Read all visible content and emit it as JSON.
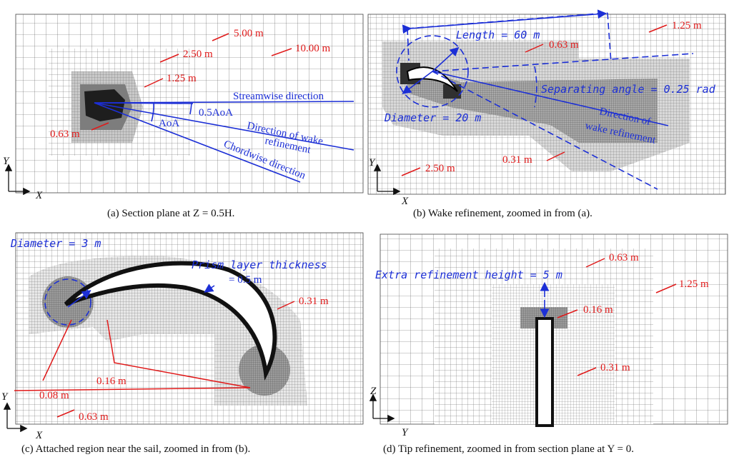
{
  "colors": {
    "red": "#e01a1a",
    "blue": "#1c2fd6",
    "grid": "#444444",
    "shade": "#9a9a9a",
    "dark": "#333333"
  },
  "panel_a": {
    "caption": "(a) Section plane at Z = 0.5H.",
    "labels": {
      "l500": "5.00 m",
      "l250": "2.50 m",
      "l1000": "10.00 m",
      "l125": "1.25 m",
      "l063": "0.63 m"
    },
    "lines": {
      "stream": "Streamwise direction",
      "half_aoa": "0.5AoA",
      "aoa": "AoA",
      "wake1": "Direction of wake",
      "wake2": "refinement",
      "chord": "Chordwise direction"
    },
    "axes": {
      "y": "Y",
      "x": "X"
    }
  },
  "panel_b": {
    "caption": "(b) Wake refinement, zoomed in from (a).",
    "labels": {
      "length": "Length = 60 m",
      "l125": "1.25 m",
      "l063": "0.63 m",
      "sep": "Separating angle = 0.25 rad",
      "diam": "Diameter = 20 m",
      "wake1": "Direction of",
      "wake2": "wake refinement",
      "l031": "0.31 m",
      "l250": "2.50 m"
    },
    "axes": {
      "y": "Y",
      "x": "X"
    }
  },
  "panel_c": {
    "caption": "(c) Attached region near the sail, zoomed in from (b).",
    "labels": {
      "diam": "Diameter = 3 m",
      "prism1": "Prism layer thickness",
      "prism2": "= 0.5 m",
      "l031": "0.31 m",
      "l016": "0.16 m",
      "l008": "0.08 m",
      "l063": "0.63 m"
    },
    "axes": {
      "y": "Y",
      "x": "X"
    }
  },
  "panel_d": {
    "caption": "(d) Tip refinement, zoomed in from section plane at Y = 0.",
    "labels": {
      "extra": "Extra refinement height = 5 m",
      "l063": "0.63 m",
      "l125": "1.25 m",
      "l016": "0.16 m",
      "l031": "0.31 m"
    },
    "axes": {
      "z": "Z",
      "y": "Y"
    }
  }
}
